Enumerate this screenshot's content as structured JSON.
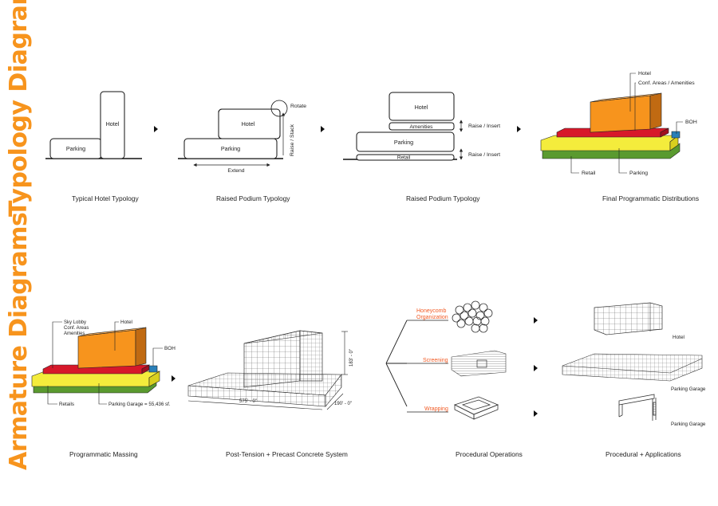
{
  "section_titles": {
    "typology": "Typology Diagrams",
    "armature": "Armature Diagrams"
  },
  "typology": {
    "typical": {
      "caption": "Typical Hotel Typology",
      "parking": "Parking",
      "hotel": "Hotel"
    },
    "podium1": {
      "caption": "Raised Podium Typology",
      "hotel": "Hotel",
      "parking": "Parking",
      "rotate": "Rotate",
      "raise_stack": "Raise / Stack",
      "extend": "Extend"
    },
    "podium2": {
      "caption": "Raised Podium Typology",
      "hotel": "Hotel",
      "amenities": "Amenities",
      "parking": "Parking",
      "retail": "Retail",
      "raise_insert_1": "Raise / Insert",
      "raise_insert_2": "Raise / Insert"
    },
    "final": {
      "caption": "Final Programmatic Distributions",
      "hotel": "Hotel",
      "conf": "Conf. Areas / Amenities",
      "boh": "BOH",
      "retail": "Retail",
      "parking": "Parking"
    }
  },
  "armature": {
    "massing": {
      "caption": "Programmatic Massing",
      "sky_lobby": "Sky Lobby",
      "conf_areas": "Conf. Areas",
      "amenities": "Amenities",
      "hotel": "Hotel",
      "boh": "BOH",
      "retails": "Retails",
      "parking_garage": "Parking Garage = 55,436 sf."
    },
    "structure": {
      "caption": "Post-Tension + Precast Concrete System",
      "height": "183' - 0\"",
      "length": "575' - 0\"",
      "width": "190' - 0\""
    },
    "operations": {
      "caption": "Procedural Operations",
      "honeycomb_1": "Honeycomb",
      "honeycomb_2": "Organization",
      "screening": "Screening",
      "wrapping": "Wrapping"
    },
    "applications": {
      "caption": "Procedural + Applications",
      "hotel": "Hotel",
      "parking_garage_1": "Parking Garage",
      "parking_garage_2": "Parking Garage"
    }
  },
  "colors": {
    "accent_orange": "#f7941d",
    "hotel_orange": "#f7941d",
    "podium_red": "#d7182a",
    "parking_yellow": "#f4ec3c",
    "retail_green": "#5a9a2f",
    "boh_blue": "#2a7fb8",
    "line": "#1a1a1a"
  }
}
